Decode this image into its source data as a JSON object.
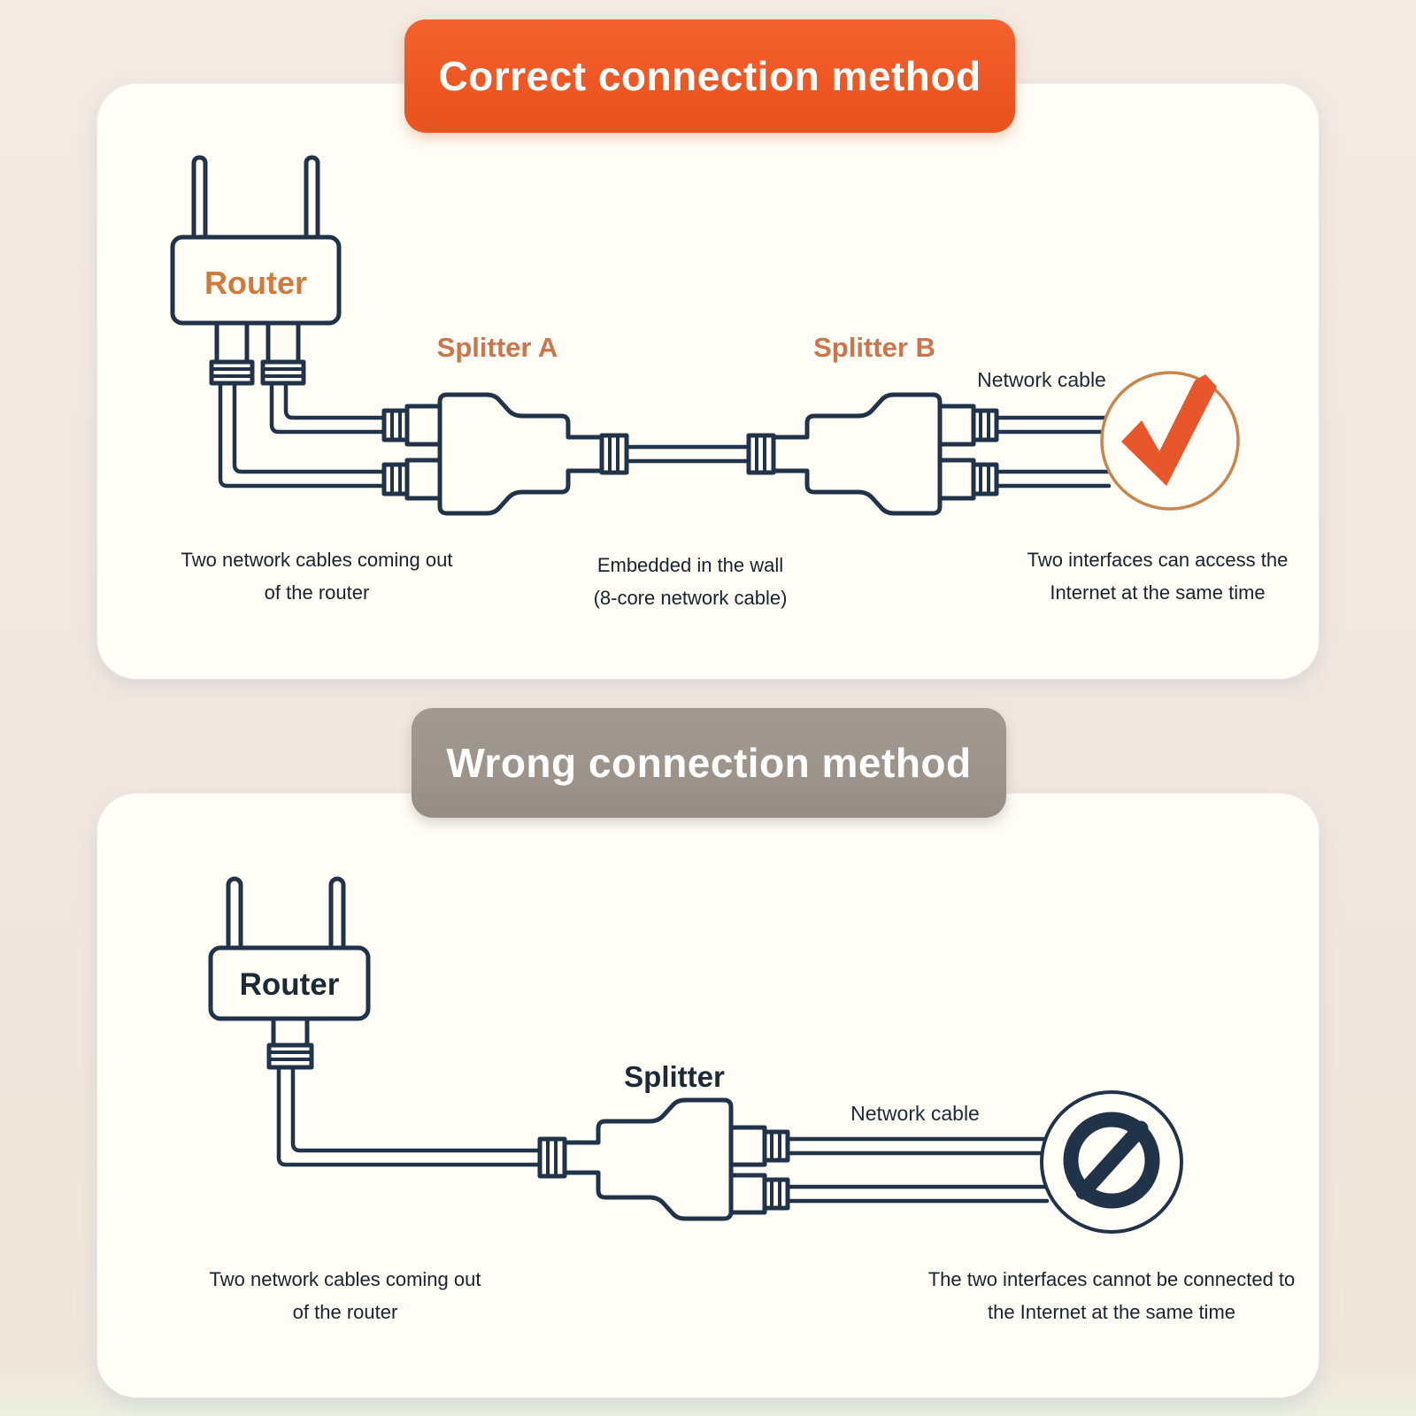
{
  "colors": {
    "page_bg": "#f1e7df",
    "panel_bg": "#fffdf6",
    "accent_orange": "#ee5622",
    "banner_gray": "#9c948a",
    "line_navy": "#203349",
    "label_orange": "#c9764e",
    "check_orange": "#e8562c",
    "check_ring_orange": "#c9854e",
    "router_label_orange": "#cf7b3e"
  },
  "correct": {
    "banner_label": "Correct connection method",
    "router_label": "Router",
    "splitter_a_label": "Splitter A",
    "splitter_b_label": "Splitter B",
    "network_cable_label": "Network cable",
    "caption_router": {
      "line1": "Two network cables coming out",
      "line2": "of the router"
    },
    "caption_wall": {
      "line1": "Embedded in the wall",
      "line2": "(8-core network cable)"
    },
    "caption_result": {
      "line1": "Two interfaces can access the",
      "line2": "Internet at the same time"
    },
    "result_icon": "check-icon"
  },
  "wrong": {
    "banner_label": "Wrong connection method",
    "router_label": "Router",
    "splitter_label": "Splitter",
    "network_cable_label": "Network cable",
    "caption_router": {
      "line1": "Two network cables coming out",
      "line2": "of the router"
    },
    "caption_result": {
      "line1": "The two interfaces cannot be connected to",
      "line2": "the Internet at the same time"
    },
    "result_icon": "prohibition-icon"
  }
}
